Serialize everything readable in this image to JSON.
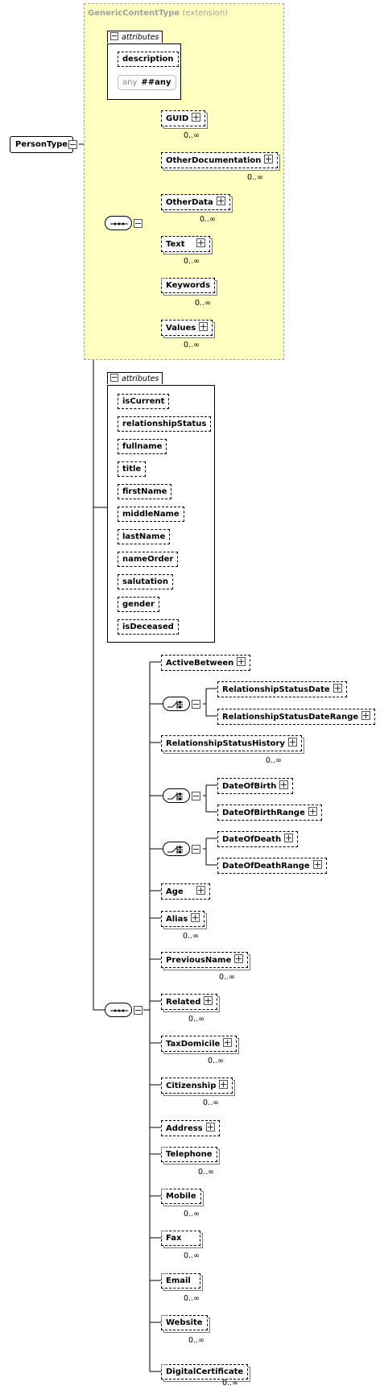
{
  "root": {
    "label": "PersonType"
  },
  "extension": {
    "type_name": "GenericContentType",
    "type_suffix": "(extension)",
    "attributes_label": "attributes",
    "attributes": [
      "description"
    ],
    "any_attribute": {
      "keyword": "any",
      "value": "##any"
    },
    "sequence": [
      {
        "name": "GUID",
        "card": "0..∞"
      },
      {
        "name": "OtherDocumentation",
        "card": "0..∞"
      },
      {
        "name": "OtherData",
        "card": "0..∞"
      },
      {
        "name": "Text",
        "card": "0..∞"
      },
      {
        "name": "Keywords",
        "card": "0..∞"
      },
      {
        "name": "Values",
        "card": "0..∞"
      }
    ]
  },
  "own_attributes": {
    "label": "attributes",
    "items": [
      "isCurrent",
      "relationshipStatus",
      "fullname",
      "title",
      "firstName",
      "middleName",
      "lastName",
      "nameOrder",
      "salutation",
      "gender",
      "isDeceased"
    ]
  },
  "sequence": [
    {
      "name": "ActiveBetween",
      "card": ""
    },
    {
      "choice": [
        "RelationshipStatusDate",
        "RelationshipStatusDateRange"
      ]
    },
    {
      "name": "RelationshipStatusHistory",
      "card": "0..∞"
    },
    {
      "choice": [
        "DateOfBirth",
        "DateOfBirthRange"
      ]
    },
    {
      "choice": [
        "DateOfDeath",
        "DateOfDeathRange"
      ]
    },
    {
      "name": "Age",
      "card": ""
    },
    {
      "name": "Alias",
      "card": "0..∞"
    },
    {
      "name": "PreviousName",
      "card": "0..∞"
    },
    {
      "name": "Related",
      "card": "0..∞"
    },
    {
      "name": "TaxDomicile",
      "card": "0..∞"
    },
    {
      "name": "Citizenship",
      "card": "0..∞"
    },
    {
      "name": "Address",
      "card": ""
    },
    {
      "name": "Telephone",
      "card": "0..∞"
    },
    {
      "name": "Mobile",
      "card": "0..∞"
    },
    {
      "name": "Fax",
      "card": "0..∞"
    },
    {
      "name": "Email",
      "card": "0..∞"
    },
    {
      "name": "Website",
      "card": "0..∞"
    },
    {
      "name": "DigitalCertificate",
      "card": "0..∞"
    }
  ]
}
